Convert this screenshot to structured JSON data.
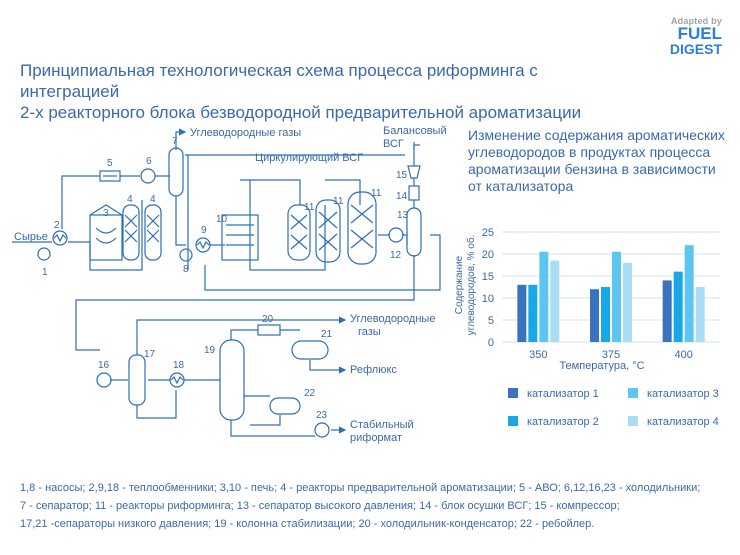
{
  "brand": {
    "adapted_by": "Adapted by",
    "name_line1": "FUEL",
    "name_line2": "DIGEST"
  },
  "title_line1": "Принципиальная технологическая схема процесса риформинга с интеграцией",
  "title_line2": "2-х реакторного блока безводородной предварительной ароматизации",
  "scheme": {
    "labels": {
      "hydrocarbon_gases_top": "Углеводородные газы",
      "circulating_vsg": "Циркулирующий ВСГ",
      "balance_vsg_1": "Балансовый",
      "balance_vsg_2": "ВСГ",
      "feed": "Сырье",
      "hydrocarbon_gases_mid_1": "Углеводородные",
      "hydrocarbon_gases_mid_2": "газы",
      "reflux": "Рефлюкс",
      "stable_reformate_1": "Стабильный",
      "stable_reformate_2": "риформат"
    },
    "numbers": [
      "1",
      "2",
      "3",
      "4",
      "4",
      "5",
      "6",
      "7",
      "8",
      "9",
      "10",
      "11",
      "11",
      "11",
      "12",
      "13",
      "14",
      "15",
      "16",
      "17",
      "18",
      "19",
      "20",
      "21",
      "22",
      "23"
    ]
  },
  "chart_title": "Изменение содержания ароматических углеводородов в продуктах процесса ароматизации бензина в зависимости от катализатора",
  "chart_data": {
    "type": "bar",
    "categories": [
      "350",
      "375",
      "400"
    ],
    "series": [
      {
        "name": "катализатор 1",
        "values": [
          13,
          12,
          14
        ],
        "color": "#3a72bf"
      },
      {
        "name": "катализатор 2",
        "values": [
          13,
          12.5,
          16
        ],
        "color": "#19a8e6"
      },
      {
        "name": "катализатор 3",
        "values": [
          20.5,
          20.5,
          22
        ],
        "color": "#5cc6f0"
      },
      {
        "name": "катализатор 4",
        "values": [
          18.5,
          18,
          12.5
        ],
        "color": "#a8ddf5"
      }
    ],
    "xlabel": "Температура, °С",
    "ylabel_line1": "Содержание",
    "ylabel_line2": "углеводородов, % об.",
    "ylim": [
      0,
      25
    ],
    "yticks": [
      "0",
      "5",
      "10",
      "15",
      "20",
      "25"
    ],
    "legend_position": "bottom"
  },
  "notes": [
    "1,8 - насосы; 2,9,18 - теплообменники; 3,10 - печь; 4 - реакторы предварительной ароматизации; 5 - АВО; 6,12,16,23 - холодильники;",
    "7 - сепаратор; 11 - реакторы риформинга; 13 - сепаратор высокого давления; 14 - блок осушки ВСГ; 15 - компрессор;",
    "17,21 -сепараторы низкого давления; 19 - колонна стабилизации; 20 - холодильник-конденсатор; 22 - ребойлер."
  ]
}
